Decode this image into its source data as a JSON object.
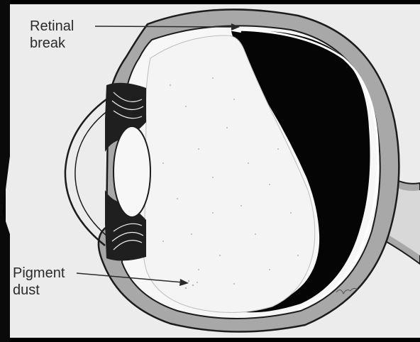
{
  "labels": {
    "retinal_break": {
      "line1": "Retinal",
      "line2": "break"
    },
    "pigment_dust": {
      "line1": "Pigment",
      "line2": "dust"
    }
  },
  "colors": {
    "paper": "#ececec",
    "sclera": "#a8a8a8",
    "outline": "#1c1c1c",
    "vitreous": "#f7f7f7",
    "detached_space": "#050505",
    "frame": "#000000"
  }
}
